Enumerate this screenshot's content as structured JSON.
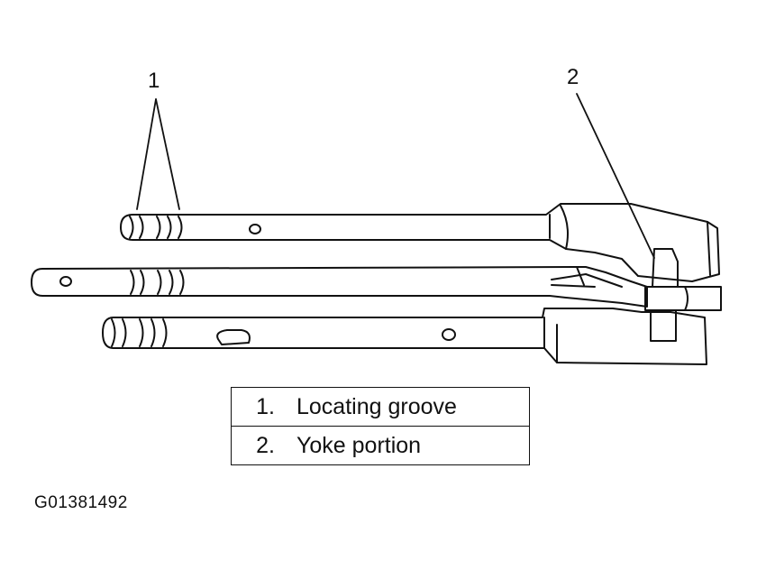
{
  "callouts": [
    {
      "id": "1"
    },
    {
      "id": "2"
    }
  ],
  "legend": [
    {
      "number": "1.",
      "label": "Locating groove"
    },
    {
      "number": "2.",
      "label": "Yoke portion"
    }
  ],
  "figure_id": "G01381492"
}
